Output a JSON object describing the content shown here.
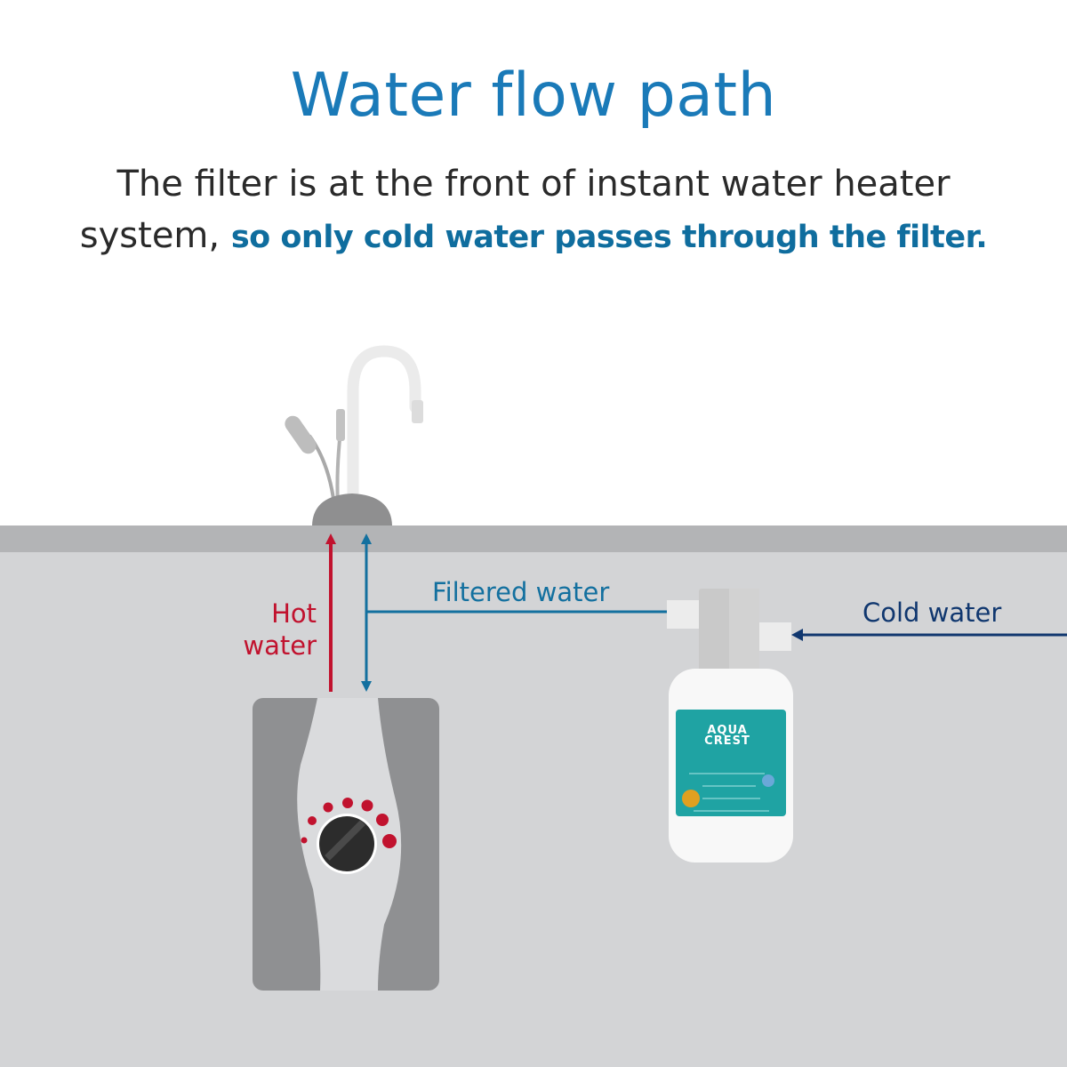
{
  "header": {
    "title": "Water flow path",
    "subtitle_plain": "The filter is at the front of instant water heater system,",
    "subtitle_highlight": "so only cold water passes through the filter."
  },
  "labels": {
    "hot_water": "Hot water",
    "filtered_water": "Filtered water",
    "cold_water": "Cold water"
  },
  "filter": {
    "brand_line1": "AQUA",
    "brand_line2": "CREST"
  },
  "colors": {
    "title": "#1a7ab8",
    "highlight": "#0f6d9e",
    "hot": "#c1122e",
    "filtered": "#13709f",
    "cold": "#10376f",
    "filter_label": "#1fa3a3"
  },
  "heater": {
    "dial_dots": 7
  }
}
